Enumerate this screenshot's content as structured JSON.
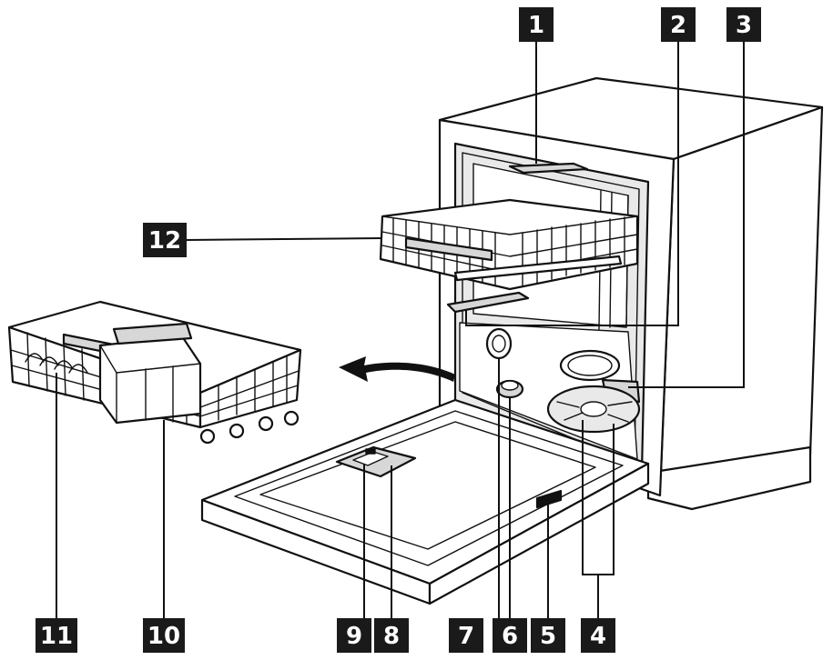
{
  "callouts": [
    {
      "id": "1",
      "label": "1"
    },
    {
      "id": "2",
      "label": "2"
    },
    {
      "id": "3",
      "label": "3"
    },
    {
      "id": "4",
      "label": "4"
    },
    {
      "id": "5",
      "label": "5"
    },
    {
      "id": "6",
      "label": "6"
    },
    {
      "id": "7",
      "label": "7"
    },
    {
      "id": "8",
      "label": "8"
    },
    {
      "id": "9",
      "label": "9"
    },
    {
      "id": "10",
      "label": "10"
    },
    {
      "id": "11",
      "label": "11"
    },
    {
      "id": "12",
      "label": "12"
    }
  ],
  "colors": {
    "ink": "#111111",
    "badge": "#1a1a1a",
    "badge_text": "#ffffff",
    "panel": "#e9e9e9"
  }
}
